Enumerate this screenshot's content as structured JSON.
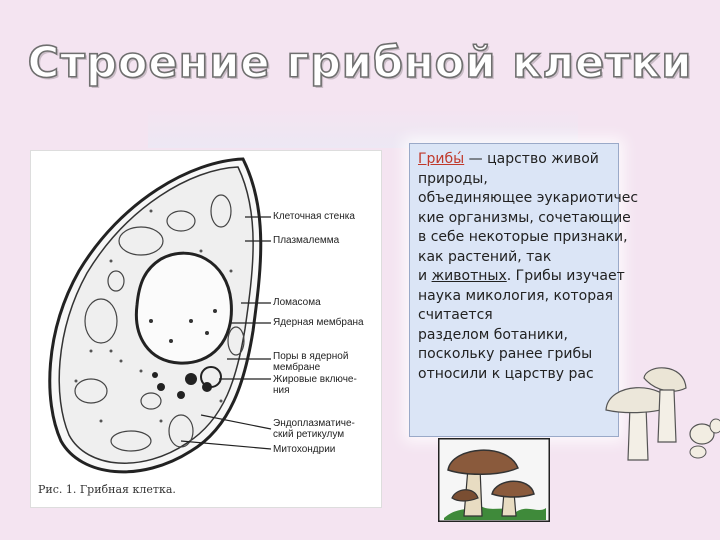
{
  "slide": {
    "title": "Строение грибной клетки"
  },
  "figure": {
    "caption": "Рис. 1. Грибная клетка.",
    "labels": [
      "Клеточная стенка",
      "Плазмалемма",
      "Ломасома",
      "Ядерная мембрана",
      "Поры в ядерной",
      "мембране",
      "Жировые включе-",
      "ния",
      "Эндоплазматиче-",
      "ский ретикулум",
      "Митохондрии"
    ]
  },
  "textbox": {
    "term": "Грибы́",
    "lines": [
      " — царство живой",
      "природы,",
      "объединяющее эукариотичес",
      "кие организмы, сочетающие",
      "в себе некоторые признаки,",
      "как растений, так",
      "и ",
      "животных",
      ". Грибы изучает",
      "наука микология, которая",
      "считается",
      "разделом ботаники,",
      "поскольку ранее грибы",
      "относили к царству рас"
    ]
  },
  "colors": {
    "background": "#f4e4f1",
    "textbox_bg": "#dbe5f6",
    "term": "#c0392b"
  }
}
